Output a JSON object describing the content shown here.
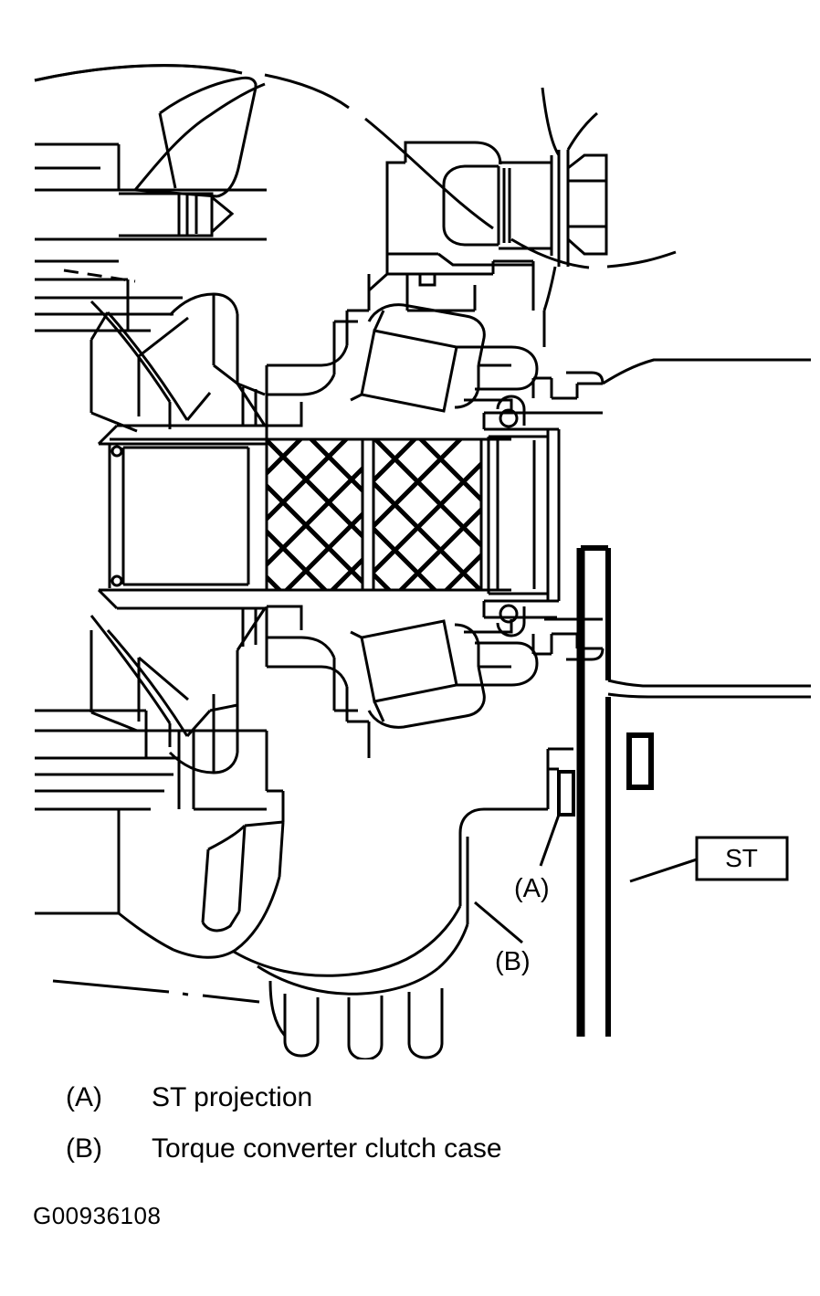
{
  "figure": {
    "type": "technical-cross-section-drawing",
    "subject": "Torque converter clutch case with ST (special tool) positioned against ST projection",
    "callouts": [
      {
        "key": "(A)",
        "target": "st-projection"
      },
      {
        "key": "(B)",
        "target": "torque-converter-clutch-case"
      }
    ],
    "tool_label": "ST"
  },
  "legend": {
    "items": [
      {
        "key": "(A)",
        "text": "ST projection"
      },
      {
        "key": "(B)",
        "text": "Torque converter clutch case"
      }
    ]
  },
  "figure_id": "G00936108",
  "colors": {
    "line": "#000000",
    "background": "#ffffff",
    "text": "#000000"
  }
}
